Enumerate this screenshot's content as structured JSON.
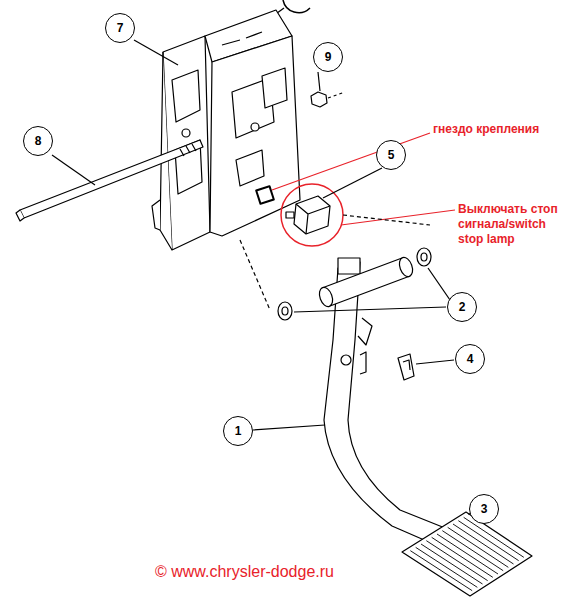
{
  "diagram": {
    "nodes": [
      {
        "text": [
          "7"
        ]
      },
      {
        "text": [
          "9"
        ]
      },
      {
        "text": [
          "8"
        ]
      },
      {
        "text": [
          "5"
        ]
      },
      {
        "text": [
          "2"
        ]
      },
      {
        "text": [
          "4"
        ]
      },
      {
        "text": [
          "1"
        ]
      },
      {
        "text": [
          "3"
        ]
      }
    ],
    "labels": [
      "гнездо крепления",
      "Выключать стоп сигнала/switch stop lamp",
      "© www.chrysler-dodge.ru"
    ]
  }
}
